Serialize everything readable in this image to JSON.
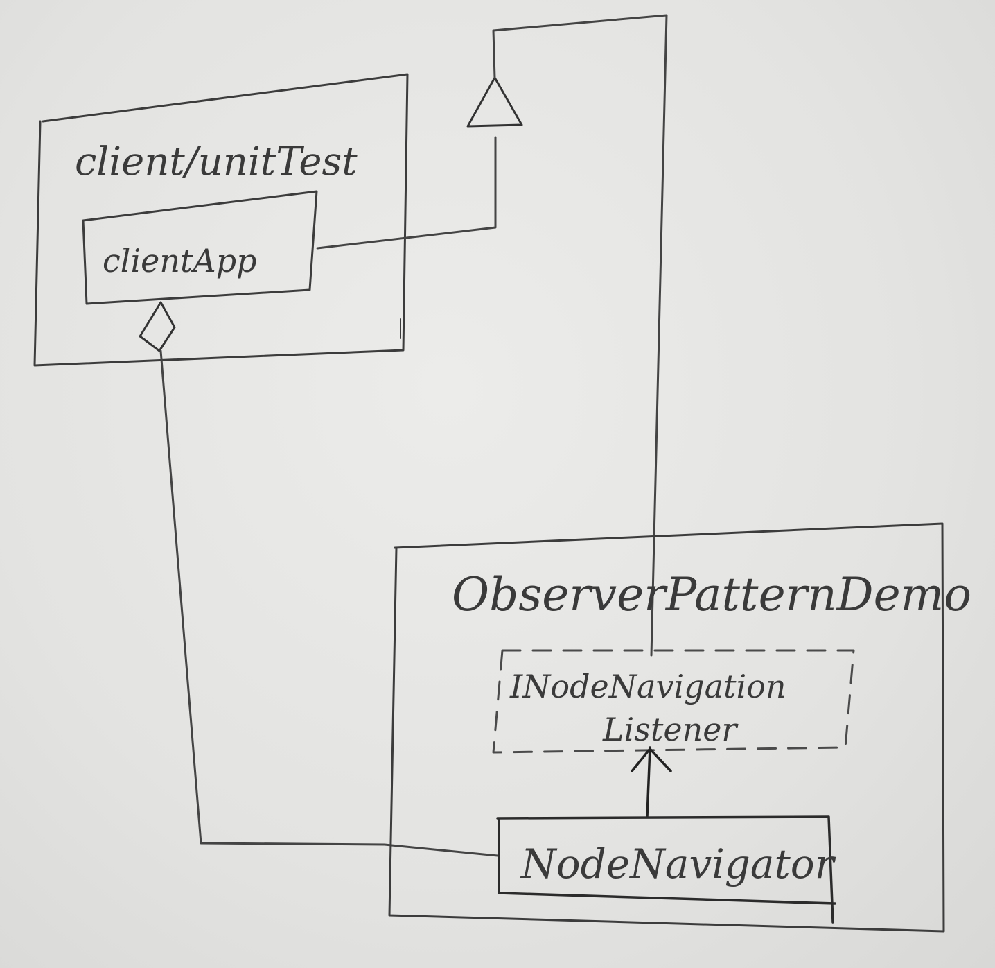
{
  "colors": {
    "paper": "#e6e6e4",
    "ink": "#3a3a3a",
    "ink_dark": "#2b2b2b"
  },
  "packages": {
    "client": {
      "label": "client/unitTest"
    },
    "observer": {
      "label": "ObserverPatternDemo"
    }
  },
  "classes": {
    "client_app": {
      "label": "clientApp"
    },
    "node_navigator": {
      "label": "NodeNavigator"
    }
  },
  "interfaces": {
    "listener": {
      "label_line1": "INodeNavigation",
      "label_line2": "Listener"
    }
  },
  "relationships": [
    {
      "type": "realization",
      "from": "client_app",
      "to": "listener",
      "arrow": "hollow-triangle"
    },
    {
      "type": "aggregation",
      "from": "node_navigator",
      "to": "client_app",
      "arrow": "hollow-diamond"
    },
    {
      "type": "realization",
      "from": "node_navigator",
      "to": "listener",
      "arrow": "open-arrow"
    }
  ]
}
